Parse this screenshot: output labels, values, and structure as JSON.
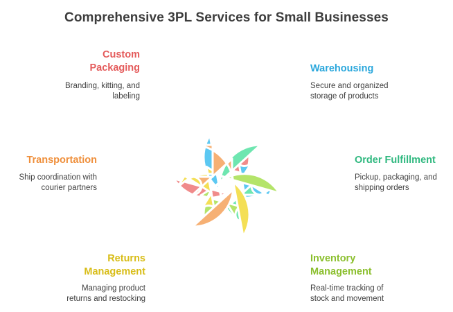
{
  "title": "Comprehensive 3PL Services for Small Businesses",
  "services": [
    {
      "key": "custom-packaging",
      "label": "Custom\nPackaging",
      "description": "Branding, kitting, and\nlabeling",
      "color": "#f08b8b",
      "text_color": "#e45b5b",
      "icon": "petal-shape"
    },
    {
      "key": "warehousing",
      "label": "Warehousing",
      "description": "Secure and organized\nstorage of products",
      "color": "#5cc8f2",
      "text_color": "#2aa7dc",
      "icon": "petal-shape"
    },
    {
      "key": "order-fulfillment",
      "label": "Order Fulfillment",
      "description": "Pickup, packaging, and\nshipping orders",
      "color": "#6ee6b0",
      "text_color": "#2fb87f",
      "icon": "petal-shape"
    },
    {
      "key": "inventory-management",
      "label": "Inventory\nManagement",
      "description": "Real-time tracking of\nstock and movement",
      "color": "#b4e46a",
      "text_color": "#8bbf2e",
      "icon": "petal-shape"
    },
    {
      "key": "returns-management",
      "label": "Returns\nManagement",
      "description": "Managing product\nreturns and restocking",
      "color": "#f4df55",
      "text_color": "#d8bd18",
      "icon": "petal-shape"
    },
    {
      "key": "transportation",
      "label": "Transportation",
      "description": "Ship coordination with\ncourier partners",
      "color": "#f6b074",
      "text_color": "#ef8f3b",
      "icon": "petal-shape"
    }
  ]
}
